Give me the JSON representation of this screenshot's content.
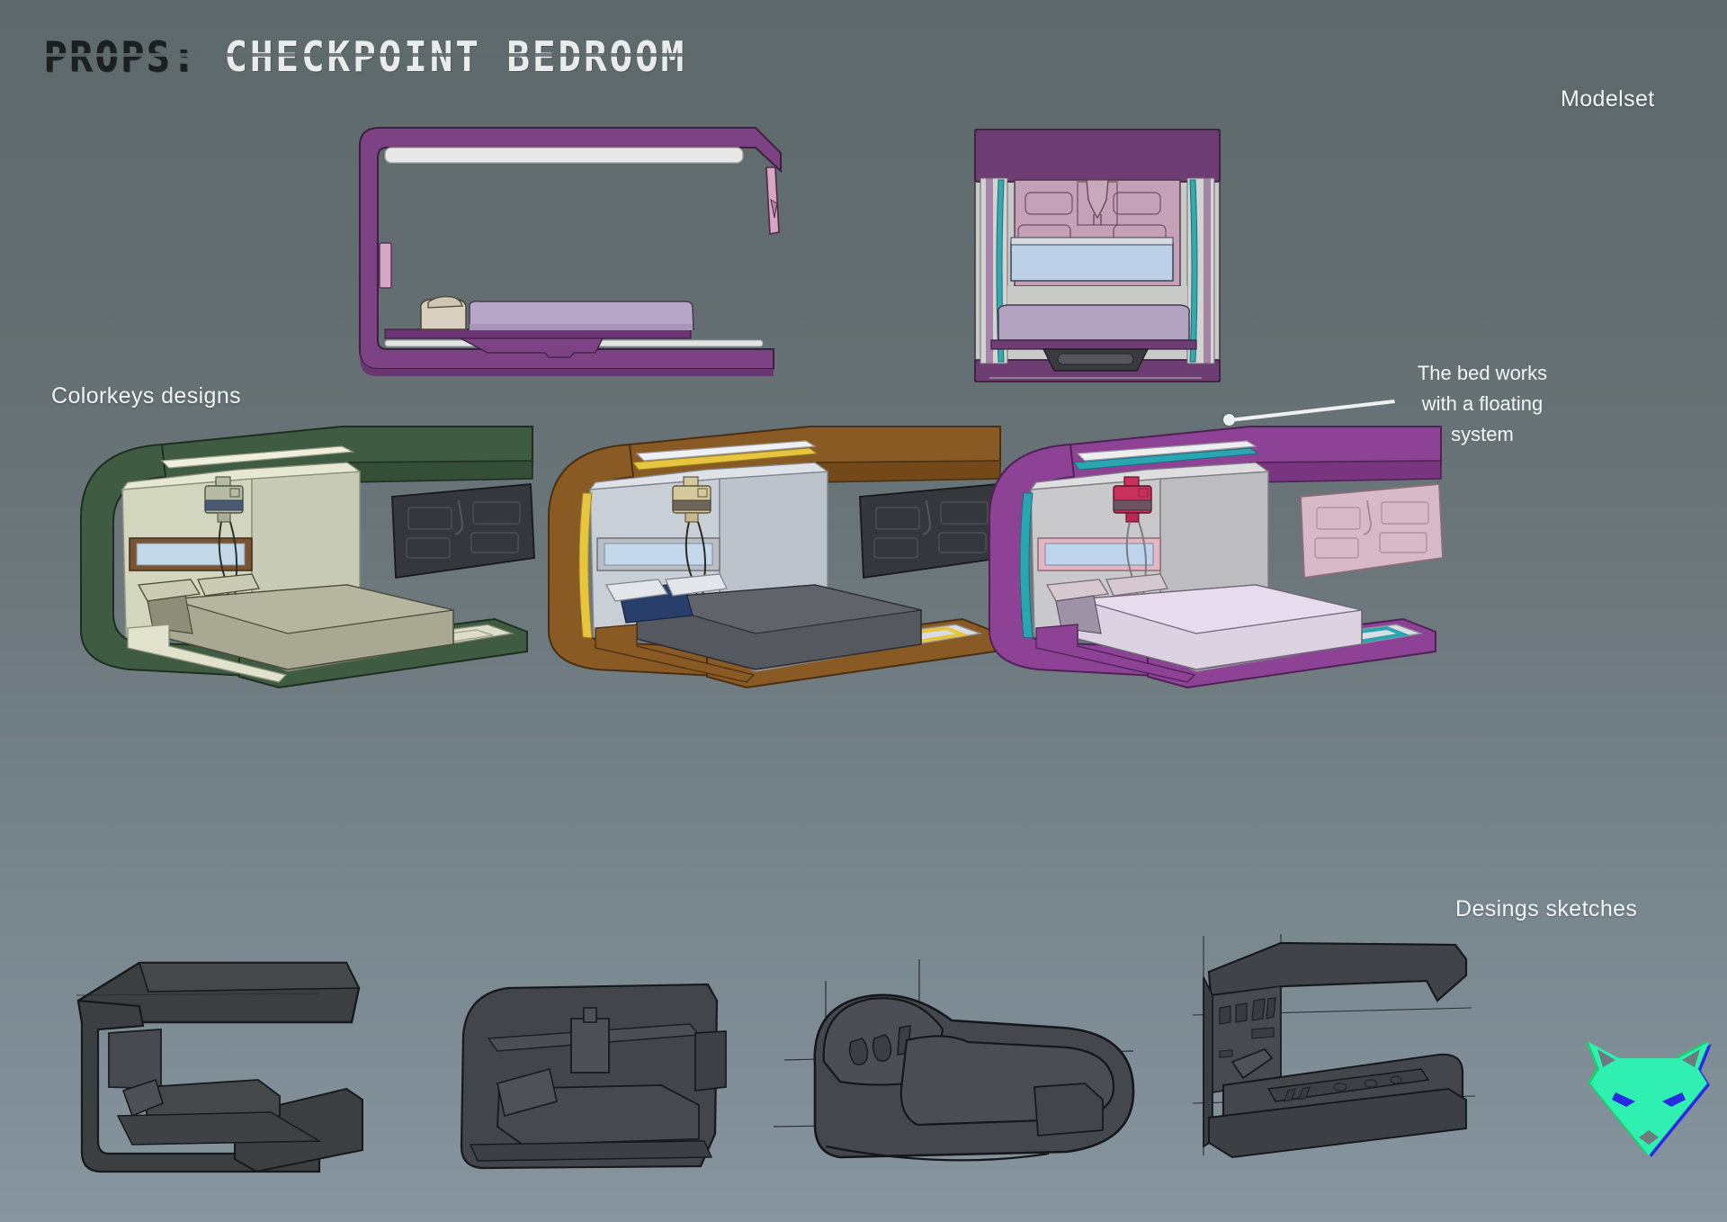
{
  "page": {
    "title_prefix": "PROPS:",
    "title_main": "CHECKPOINT BEDROOM",
    "background_top_color": "#5e696b",
    "background_bottom_color": "#86959f"
  },
  "sections": {
    "modelset_label": "Modelset",
    "colorkeys_label": "Colorkeys designs",
    "sketches_label": "Desings sketches"
  },
  "callout": {
    "line1": "The bed works",
    "line2": "with a floating",
    "line3": "system",
    "full_text": "The bed works with a floating system",
    "marker": "callout-dot"
  },
  "modelset": {
    "views": [
      {
        "name": "side-elevation",
        "frame_color": "#7d4284",
        "frame_shadow_color": "#5f2f66",
        "light_strip_color": "#e8e8e6",
        "wall_panel_color": "#d9a7c6",
        "bed_blanket_color": "#b7a6c8",
        "pillow_color": "#d8cfbe",
        "bed_base_color": "#6d3573"
      },
      {
        "name": "front-elevation",
        "frame_color": "#6d3d74",
        "accent_color": "#35a9ae",
        "storage_panel_color": "#c4a1b6",
        "screen_color": "#bcd0e8",
        "bed_color": "#b2a4c0",
        "float_mech_color": "#3a3a40",
        "interior_color": "#c9cbc9"
      }
    ]
  },
  "colorkeys": {
    "variants": [
      {
        "name": "green-variant",
        "shell_color": "#3f5c43",
        "shell_shadow": "#2e4532",
        "interior_color": "#d3d6bf",
        "accent_trim_color": "#e6e8d2",
        "window_frame_color": "#7a5432",
        "window_glass_color": "#c3d8e8",
        "device_color": "#b6bba4",
        "device_band_color": "#4a5a73",
        "mattress_color": "#a9a893",
        "pillow_color": "#c9cbb4",
        "tv_color": "#34373c"
      },
      {
        "name": "brown-variant",
        "shell_color": "#8a5a24",
        "shell_shadow": "#6d4518",
        "interior_color": "#c9cfd6",
        "accent_trim_color": "#e8c53f",
        "window_frame_color": "#b9bec4",
        "window_glass_color": "#c5d9ec",
        "device_color": "#d4c99c",
        "device_band_color": "#6d665a",
        "mattress_color": "#55585f",
        "sheet_color": "#283f6b",
        "pillow_color": "#e3e6ea",
        "tv_color": "#34373c"
      },
      {
        "name": "purple-variant",
        "shell_color": "#8e4296",
        "shell_shadow": "#6d3273",
        "interior_color": "#c9c9cb",
        "accent_trim_color": "#2aa5b2",
        "window_frame_color": "#e3b6c4",
        "window_glass_color": "#bdd4ec",
        "device_color": "#c9305c",
        "device_band_color": "#6a5560",
        "mattress_color": "#ddd2e2",
        "pillow_color": "#d7c8cf",
        "tv_color": "#d8b9c6"
      }
    ]
  },
  "sketches": {
    "items": [
      {
        "name": "sketch-angular-c-pod",
        "tone": "#3b3f42"
      },
      {
        "name": "sketch-enclosed-box-pod",
        "tone": "#42464a"
      },
      {
        "name": "sketch-rounded-capsule-pod",
        "tone": "#44484c"
      },
      {
        "name": "sketch-panel-detail-pod",
        "tone": "#404448"
      }
    ]
  },
  "logo": {
    "name": "wolf-head-logo",
    "fill_color": "#2ff0b0",
    "aberration_color": "#2a2ae0"
  }
}
